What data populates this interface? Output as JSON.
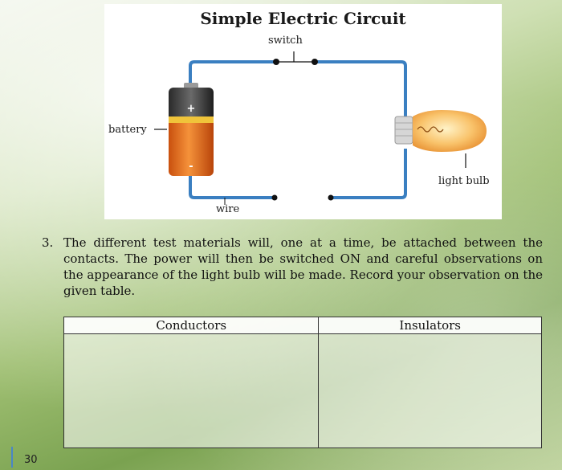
{
  "figure": {
    "title": "Simple Electric Circuit",
    "labels": {
      "switch": "switch",
      "battery": "battery",
      "light_bulb": "light bulb",
      "wire": "wire",
      "battery_plus": "+",
      "battery_minus": "-"
    },
    "colors": {
      "wire": "#3a7fc1",
      "battery_top": "#f0c43a",
      "battery_body": "#e8731c",
      "bulb": "#f6b04a"
    }
  },
  "instruction": {
    "number": "3.",
    "text": "The different test materials will, one at a time, be attached between the contacts. The power will then be switched ON and careful observations on the appearance of the light bulb will be made. Record your observation on the given table."
  },
  "table": {
    "headers": [
      "Conductors",
      "Insulators"
    ]
  },
  "page": {
    "number": "30"
  }
}
